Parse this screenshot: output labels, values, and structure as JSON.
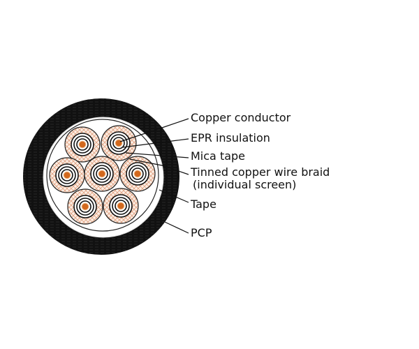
{
  "labels": {
    "copper_conductor": "Copper conductor",
    "epr_insulation": "EPR insulation",
    "mica_tape": "Mica tape",
    "braid_line1": "Tinned copper wire braid",
    "braid_line2": "(individual screen)",
    "tape": "Tape",
    "pcp": "PCP"
  },
  "colors": {
    "sheath": "#111111",
    "copper": "#d2691e",
    "braid": "#e0a080"
  }
}
